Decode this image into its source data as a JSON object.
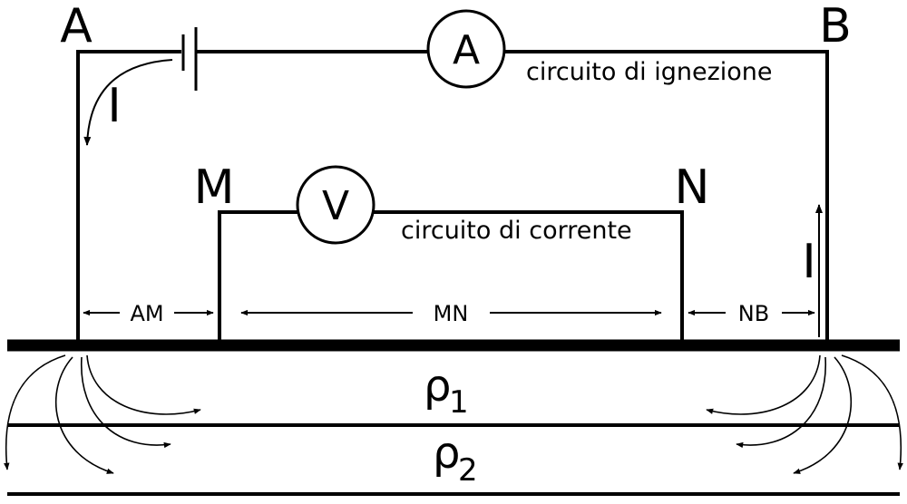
{
  "nodes": {
    "a": "A",
    "b": "B",
    "m": "M",
    "n": "N"
  },
  "meters": {
    "ammeter": "A",
    "voltmeter": "V"
  },
  "circuits": {
    "injection": "circuito di ignezione",
    "current": "circuito di corrente"
  },
  "current_symbol": "I",
  "spacings": {
    "am": "AM",
    "mn": "MN",
    "nb": "NB"
  },
  "layers": {
    "rho": "ρ",
    "layer1_sub": "1",
    "layer2_sub": "2"
  },
  "colors": {
    "line": "#000000",
    "background": "#ffffff"
  }
}
